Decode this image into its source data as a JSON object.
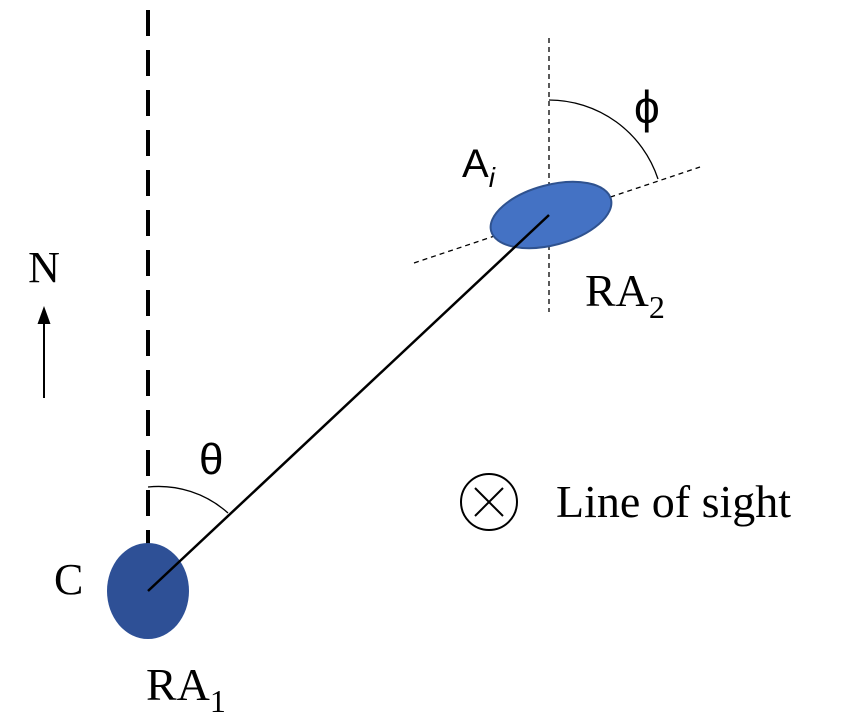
{
  "labels": {
    "north": "N",
    "theta": "θ",
    "phi": "ϕ",
    "center": "C",
    "ra1_base": "RA",
    "ra1_sub": "1",
    "ai_base": "A",
    "ai_sub": "i",
    "ra2_base": "RA",
    "ra2_sub": "2",
    "line_of_sight": "Line of sight",
    "los_symbol": "⊗"
  },
  "colors": {
    "core_fill": "#2e5096",
    "component_fill": "#4472c4",
    "component_stroke": "#2f528f",
    "line": "#000000"
  }
}
